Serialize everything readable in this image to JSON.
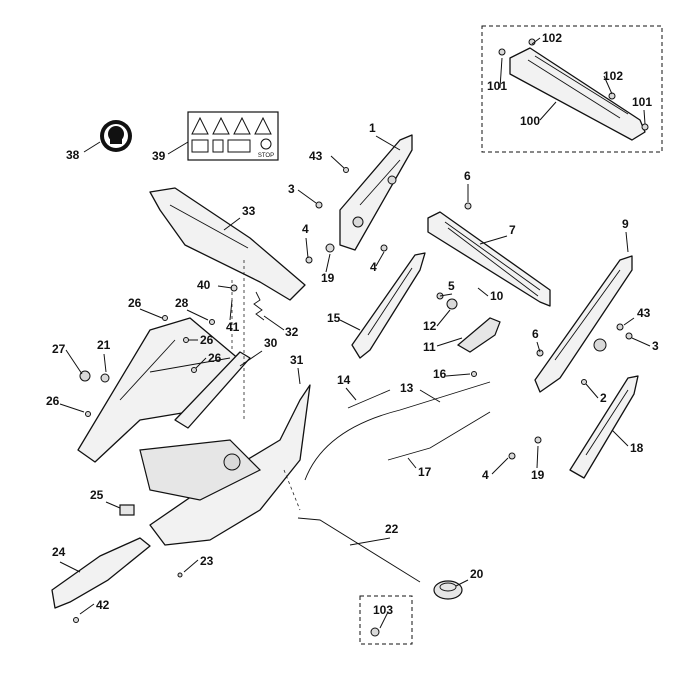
{
  "callouts": [
    {
      "id": "c1",
      "label": "1"
    },
    {
      "id": "c2",
      "label": "2"
    },
    {
      "id": "c3a",
      "label": "3"
    },
    {
      "id": "c3b",
      "label": "3"
    },
    {
      "id": "c4a",
      "label": "4"
    },
    {
      "id": "c4b",
      "label": "4"
    },
    {
      "id": "c4c",
      "label": "4"
    },
    {
      "id": "c5",
      "label": "5"
    },
    {
      "id": "c6a",
      "label": "6"
    },
    {
      "id": "c6b",
      "label": "6"
    },
    {
      "id": "c7",
      "label": "7"
    },
    {
      "id": "c9",
      "label": "9"
    },
    {
      "id": "c10",
      "label": "10"
    },
    {
      "id": "c11",
      "label": "11"
    },
    {
      "id": "c12",
      "label": "12"
    },
    {
      "id": "c13",
      "label": "13"
    },
    {
      "id": "c14",
      "label": "14"
    },
    {
      "id": "c15",
      "label": "15"
    },
    {
      "id": "c16",
      "label": "16"
    },
    {
      "id": "c17",
      "label": "17"
    },
    {
      "id": "c18",
      "label": "18"
    },
    {
      "id": "c19a",
      "label": "19"
    },
    {
      "id": "c19b",
      "label": "19"
    },
    {
      "id": "c20",
      "label": "20"
    },
    {
      "id": "c21",
      "label": "21"
    },
    {
      "id": "c22",
      "label": "22"
    },
    {
      "id": "c23",
      "label": "23"
    },
    {
      "id": "c24",
      "label": "24"
    },
    {
      "id": "c25",
      "label": "25"
    },
    {
      "id": "c26a",
      "label": "26"
    },
    {
      "id": "c26b",
      "label": "26"
    },
    {
      "id": "c26c",
      "label": "26"
    },
    {
      "id": "c26d",
      "label": "26"
    },
    {
      "id": "c27",
      "label": "27"
    },
    {
      "id": "c28",
      "label": "28"
    },
    {
      "id": "c30",
      "label": "30"
    },
    {
      "id": "c31",
      "label": "31"
    },
    {
      "id": "c32",
      "label": "32"
    },
    {
      "id": "c33",
      "label": "33"
    },
    {
      "id": "c38",
      "label": "38"
    },
    {
      "id": "c39",
      "label": "39"
    },
    {
      "id": "c40",
      "label": "40"
    },
    {
      "id": "c41",
      "label": "41"
    },
    {
      "id": "c42",
      "label": "42"
    },
    {
      "id": "c43a",
      "label": "43"
    },
    {
      "id": "c43b",
      "label": "43"
    },
    {
      "id": "c100",
      "label": "100"
    },
    {
      "id": "c101a",
      "label": "101"
    },
    {
      "id": "c101b",
      "label": "101"
    },
    {
      "id": "c102a",
      "label": "102"
    },
    {
      "id": "c102b",
      "label": "102"
    },
    {
      "id": "c103",
      "label": "103"
    }
  ],
  "label_sticker": {
    "stop_text": "STOP"
  },
  "colors": {
    "line": "#111111",
    "part_fill": "#f2f2f2",
    "background": "#ffffff"
  }
}
